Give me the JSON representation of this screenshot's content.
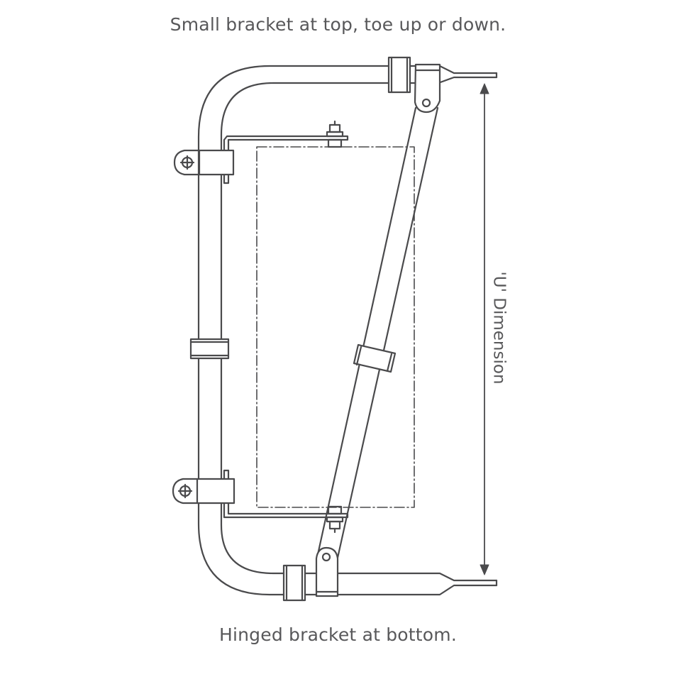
{
  "captions": {
    "top": "Small bracket at top, toe up or down.",
    "bottom": "Hinged bracket at bottom."
  },
  "dimension": {
    "label": "'U' Dimension"
  },
  "colors": {
    "line": "#4a4a4c",
    "text": "#58585a",
    "background": "#ffffff"
  }
}
